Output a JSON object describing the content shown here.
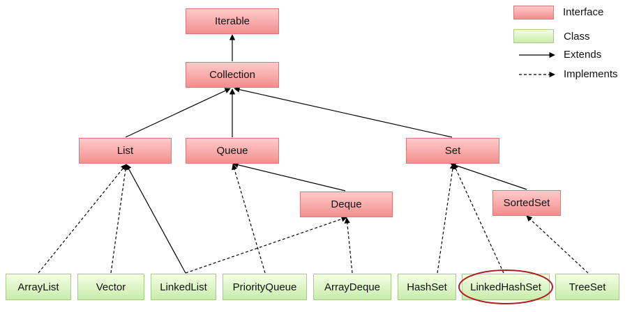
{
  "nodes": {
    "iterable": "Iterable",
    "collection": "Collection",
    "list": "List",
    "queue": "Queue",
    "set": "Set",
    "deque": "Deque",
    "sortedset": "SortedSet",
    "arraylist": "ArrayList",
    "vector": "Vector",
    "linkedlist": "LinkedList",
    "priorityqueue": "PriorityQueue",
    "arraydeque": "ArrayDeque",
    "hashset": "HashSet",
    "linkedhashset": "LinkedHashSet",
    "treeset": "TreeSet"
  },
  "legend": {
    "interface": "Interface",
    "class": "Class",
    "extends": "Extends",
    "implements": "Implements"
  },
  "colors": {
    "interface_fill": "#f7a9a9",
    "class_fill": "#dff5c9",
    "highlight": "#b01e1e"
  },
  "highlighted_node": "linkedhashset"
}
